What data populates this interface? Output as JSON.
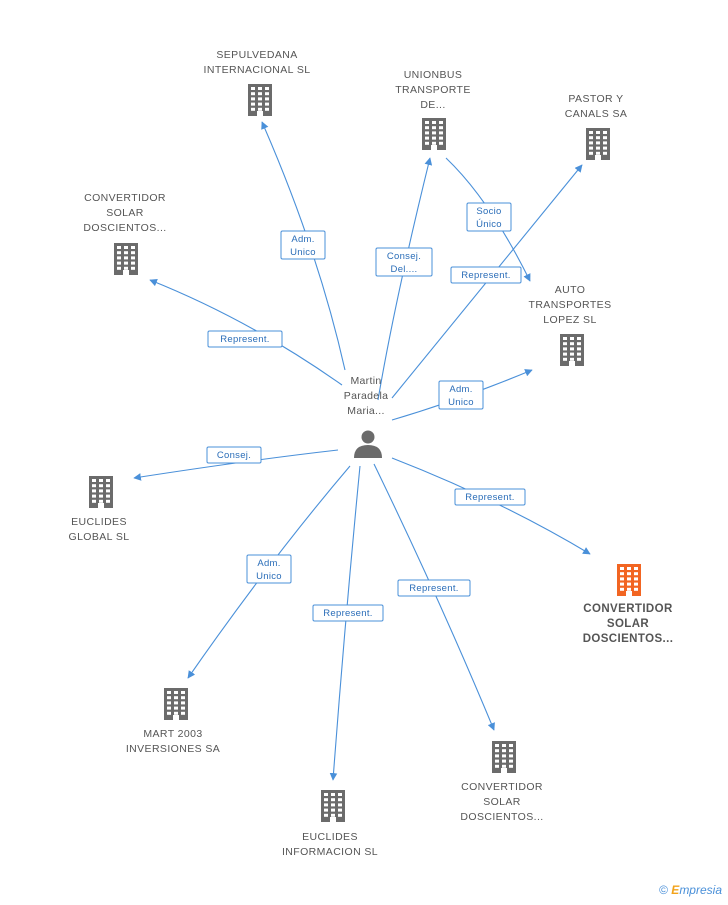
{
  "center": {
    "name_lines": [
      "Martin",
      "Paradela",
      "Maria..."
    ]
  },
  "nodes": [
    {
      "id": "sepulvedana",
      "lines": [
        "SEPULVEDANA",
        "INTERNACIONAL SL"
      ],
      "highlight": false
    },
    {
      "id": "unionbus",
      "lines": [
        "UNIONBUS",
        "TRANSPORTE",
        "DE..."
      ],
      "highlight": false
    },
    {
      "id": "pastor",
      "lines": [
        "PASTOR Y",
        "CANALS SA"
      ],
      "highlight": false
    },
    {
      "id": "convertidor1",
      "lines": [
        "CONVERTIDOR",
        "SOLAR",
        "DOSCIENTOS..."
      ],
      "highlight": false
    },
    {
      "id": "auto",
      "lines": [
        "AUTO",
        "TRANSPORTES",
        "LOPEZ SL"
      ],
      "highlight": false
    },
    {
      "id": "euclides_global",
      "lines": [
        "EUCLIDES",
        "GLOBAL  SL"
      ],
      "highlight": false
    },
    {
      "id": "convertidor_main",
      "lines": [
        "CONVERTIDOR",
        "SOLAR",
        "DOSCIENTOS..."
      ],
      "highlight": true
    },
    {
      "id": "mart",
      "lines": [
        "MART 2003",
        "INVERSIONES SA"
      ],
      "highlight": false
    },
    {
      "id": "euclides_info",
      "lines": [
        "EUCLIDES",
        "INFORMACION SL"
      ],
      "highlight": false
    },
    {
      "id": "convertidor3",
      "lines": [
        "CONVERTIDOR",
        "SOLAR",
        "DOSCIENTOS..."
      ],
      "highlight": false
    }
  ],
  "edges": [
    {
      "to": "sepulvedana",
      "label_lines": [
        "Adm.",
        "Unico"
      ]
    },
    {
      "to": "unionbus",
      "label_lines": [
        "Consej.",
        "Del...."
      ]
    },
    {
      "to": "pastor",
      "label_lines": [
        "Represent."
      ]
    },
    {
      "to": "auto",
      "label_lines": [
        "Socio",
        "Único"
      ]
    },
    {
      "to": "convertidor1",
      "label_lines": [
        "Represent."
      ]
    },
    {
      "to": "auto",
      "label_lines": [
        "Adm.",
        "Unico"
      ]
    },
    {
      "to": "euclides_global",
      "label_lines": [
        "Consej."
      ]
    },
    {
      "to": "convertidor_main",
      "label_lines": [
        "Represent."
      ]
    },
    {
      "to": "mart",
      "label_lines": [
        "Adm.",
        "Unico"
      ]
    },
    {
      "to": "euclides_info",
      "label_lines": [
        "Represent."
      ]
    },
    {
      "to": "convertidor3",
      "label_lines": [
        "Represent."
      ]
    }
  ],
  "colors": {
    "edge": "#4a90d9",
    "building": "#6b6b6b",
    "building_highlight": "#f26522",
    "person": "#6b6b6b"
  },
  "icons": {
    "company": "building-icon",
    "person": "person-icon"
  },
  "footer": {
    "copyright_symbol": "©",
    "brand_initial": "E",
    "brand_rest": "mpresia"
  }
}
